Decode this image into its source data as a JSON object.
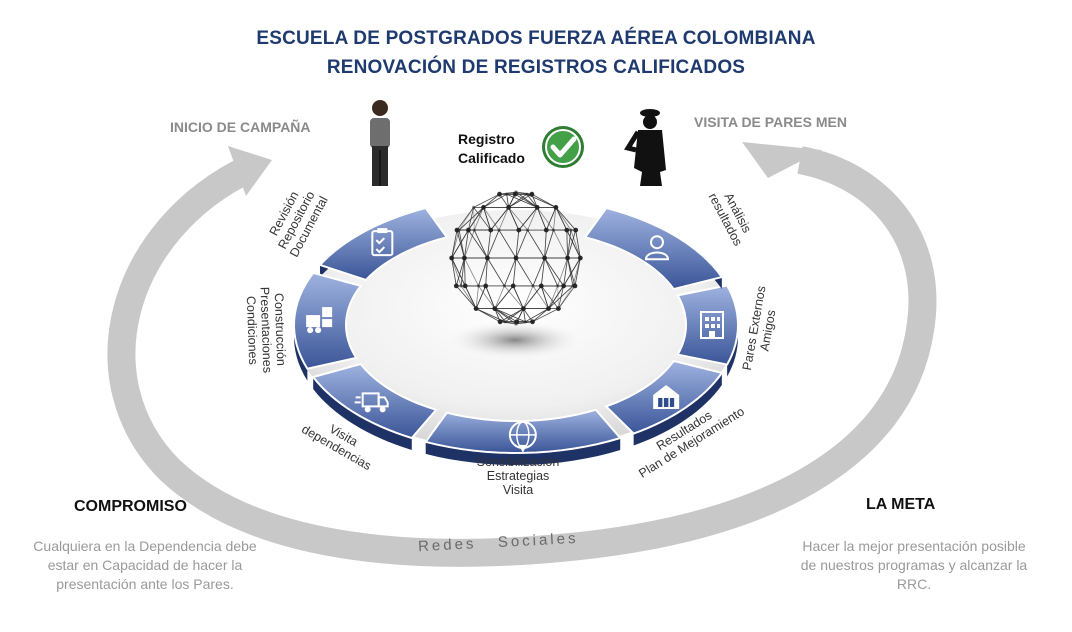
{
  "title": {
    "line1": "ESCUELA DE POSTGRADOS FUERZA AÉREA COLOMBIANA",
    "line2": "RENOVACIÓN DE REGISTROS CALIFICADOS"
  },
  "inicio_label": "INICIO DE CAMPAÑA",
  "visita_label": "VISITA DE PARES MEN",
  "registro": {
    "line1": "Registro",
    "line2": "Calificado",
    "icon": "check-circle-icon"
  },
  "segments": [
    {
      "lines": [
        "Revisión",
        "Repositorio",
        "Documental"
      ],
      "icon": "clipboard-check-icon"
    },
    {
      "lines": [
        "Construcción",
        "Presentaciones",
        "Condiciones"
      ],
      "icon": "forklift-icon"
    },
    {
      "lines": [
        "Visita",
        "dependencias"
      ],
      "icon": "delivery-truck-icon"
    },
    {
      "lines": [
        "Sensibilización",
        "Estrategias",
        "Visita"
      ],
      "icon": "globe-icon"
    },
    {
      "lines": [
        "Resultados",
        "Plan de Mejoramiento"
      ],
      "icon": "warehouse-icon"
    },
    {
      "lines": [
        "Pares Externos",
        "Amigos"
      ],
      "icon": "building-icon"
    },
    {
      "lines": [
        "Análisis",
        "resultados"
      ],
      "icon": "user-icon"
    }
  ],
  "redes_sociales": "Redes   Sociales",
  "compromiso": {
    "heading": "COMPROMISO",
    "lines": [
      "Cualquiera en la Dependencia debe",
      "estar en Capacidad de hacer la",
      "presentación ante los Pares."
    ]
  },
  "meta": {
    "heading": "LA META",
    "lines": [
      "Hacer la mejor presentación posible",
      "de nuestros programas y alcanzar la",
      "RRC."
    ]
  },
  "colors": {
    "title": "#1f3a6e",
    "segment_dark": "#2f4c8c",
    "segment_light": "#8fa6d8",
    "arc": "#c8c8c8"
  }
}
